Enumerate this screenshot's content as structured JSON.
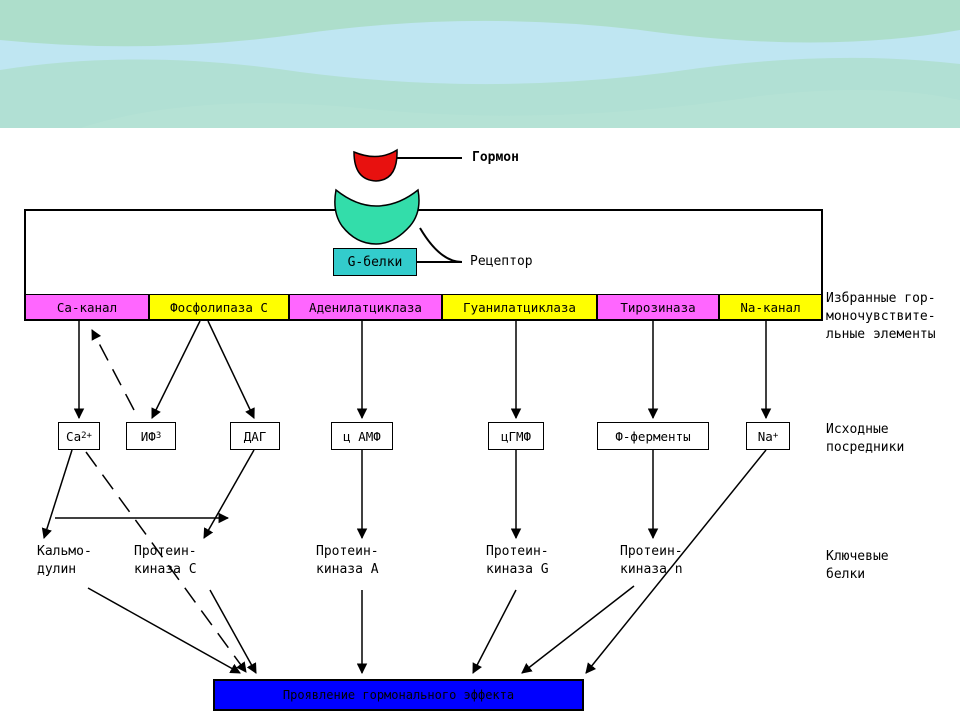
{
  "diagram": {
    "hormone_label": "Гормон",
    "receptor_label": "Рецептор",
    "g_proteins": "G-белки",
    "elements": [
      {
        "label": "Ca-канал",
        "color": "#ff66ff"
      },
      {
        "label": "Фосфолипаза С",
        "color": "#ffff00"
      },
      {
        "label": "Аденилатциклаза",
        "color": "#ff66ff"
      },
      {
        "label": "Гуанилатциклаза",
        "color": "#ffff00"
      },
      {
        "label": "Тирозиназа",
        "color": "#ff66ff"
      },
      {
        "label": "Na-канал",
        "color": "#ffff00"
      }
    ],
    "messengers": {
      "ca": "Ca",
      "ca_sup": "2+",
      "ip": "ИФ",
      "ip_sub": "3",
      "dag": "ДАГ",
      "camp": "ц АМФ",
      "cgmp": "цГМФ",
      "fenzymes": "Ф-ферменты",
      "na": "Na",
      "na_sup": "+"
    },
    "proteins": {
      "calmodulin": "Кальмо-\nдулин",
      "pkc": "Протеин-\nкиназа С",
      "pka": "Протеин-\nкиназа А",
      "pkg": "Протеин-\nкиназа G",
      "pkn": "Протеин-\nкиназа n"
    },
    "side_labels": {
      "elements": "Избранные гор-\nмоночувствите-\nльные элементы",
      "messengers": "Исходные\nпосредники",
      "proteins": "Ключевые\nбелки"
    },
    "final_effect": "Проявление гормонального эффекта",
    "colors": {
      "hormone": "#e8110f",
      "receptor": "#33ddaa",
      "g_protein": "#33cccc",
      "final_box": "#0000ff",
      "banner_light": "#bfe6f2",
      "banner_green": "#a9dcc0"
    }
  }
}
